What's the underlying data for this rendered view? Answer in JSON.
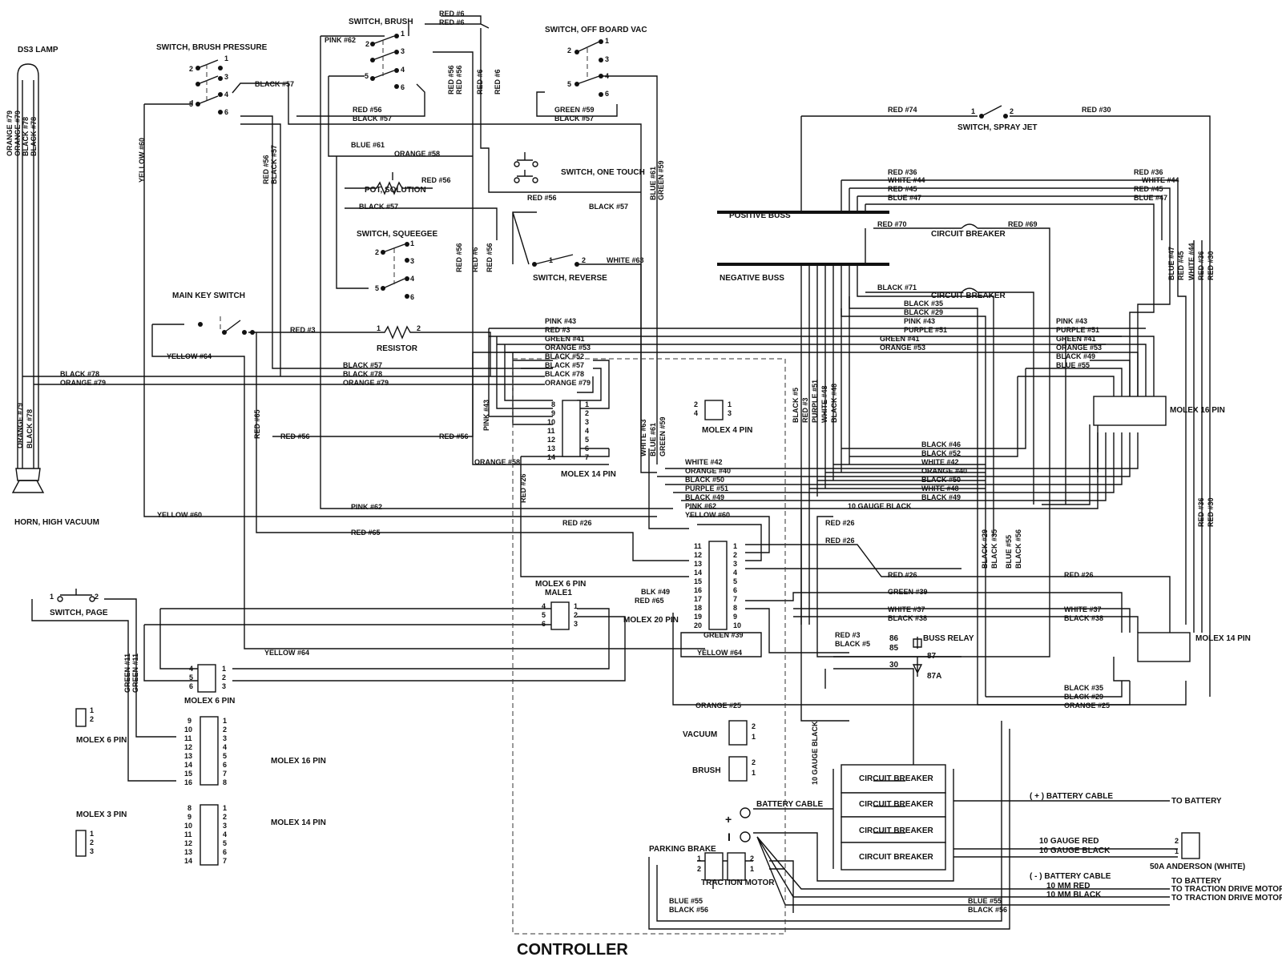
{
  "controller_label": "CONTROLLER",
  "components": {
    "ds3_lamp": "DS3 LAMP",
    "horn": "HORN, HIGH VACUUM",
    "brush_pressure": "SWITCH, BRUSH PRESSURE",
    "brush_switch": "SWITCH, BRUSH",
    "offboard_vac": "SWITCH, OFF BOARD VAC",
    "pot_solution": "POT, SOLUTION",
    "one_touch": "SWITCH, ONE TOUCH",
    "squeegee": "SWITCH, SQUEEGEE",
    "reverse": "SWITCH, REVERSE",
    "main_key": "MAIN KEY SWITCH",
    "resistor": "RESISTOR",
    "spray_jet": "SWITCH, SPRAY JET",
    "positive_buss": "POSITIVE BUSS",
    "negative_buss": "NEGATIVE BUSS",
    "circuit_breaker": "CIRCUIT BREAKER",
    "switch_page": "SWITCH, PAGE",
    "buss_relay": "BUSS RELAY",
    "vacuum": "VACUUM",
    "brush": "BRUSH",
    "battery_cable": "BATTERY CABLE",
    "parking_brake": "PARKING BRAKE",
    "traction_motor": "TRACTION MOTOR",
    "anderson": "50A ANDERSON (WHITE)",
    "molex_14": "MOLEX 14 PIN",
    "molex_16": "MOLEX 16 PIN",
    "molex_4": "MOLEX 4 PIN",
    "molex_6": "MOLEX 6 PIN",
    "molex_3": "MOLEX 3 PIN",
    "molex_20": "MOLEX 20 PIN",
    "molex_6_male": "MOLEX 6 PIN",
    "male1": "MALE1",
    "to_battery": "TO BATTERY",
    "to_traction": "TO TRACTION DRIVE MOTOR",
    "pos_batt_cable": "( + ) BATTERY CABLE",
    "neg_batt_cable": "( - ) BATTERY CABLE",
    "gauge_red": "10 GAUGE RED",
    "gauge_black": "10 GAUGE BLACK",
    "mm_red": "10 MM RED",
    "mm_black": "10 MM BLACK",
    "ten_gauge_black": "10 GAUGE BLACK",
    "plus": "+",
    "minus": "I",
    "relay_86": "86",
    "relay_85": "85",
    "relay_87": "87",
    "relay_30": "30",
    "relay_87a": "87A"
  },
  "wire_labels": [
    {
      "id": "w1",
      "text": "RED #6"
    },
    {
      "id": "w2",
      "text": "RED #6"
    },
    {
      "id": "w3",
      "text": "PINK #62"
    },
    {
      "id": "w4",
      "text": "BLACK #57"
    },
    {
      "id": "w5",
      "text": "RED #56"
    },
    {
      "id": "w6",
      "text": "BLACK #57"
    },
    {
      "id": "w7",
      "text": "GREEN #59"
    },
    {
      "id": "w8",
      "text": "BLACK #57"
    },
    {
      "id": "w9",
      "text": "BLUE #61"
    },
    {
      "id": "w10",
      "text": "ORANGE #58"
    },
    {
      "id": "w11",
      "text": "RED #56"
    },
    {
      "id": "w12",
      "text": "BLACK #57"
    },
    {
      "id": "w13",
      "text": "RED #56"
    },
    {
      "id": "w14",
      "text": "BLACK #57"
    },
    {
      "id": "w15",
      "text": "WHITE #63"
    },
    {
      "id": "w16",
      "text": "RED #74"
    },
    {
      "id": "w17",
      "text": "RED #30"
    },
    {
      "id": "w18",
      "text": "RED #36"
    },
    {
      "id": "w19",
      "text": "WHITE #44"
    },
    {
      "id": "w20",
      "text": "RED #45"
    },
    {
      "id": "w21",
      "text": "BLUE #47"
    },
    {
      "id": "w22",
      "text": "RED #36"
    },
    {
      "id": "w23",
      "text": "WHITE #44"
    },
    {
      "id": "w24",
      "text": "RED #45"
    },
    {
      "id": "w25",
      "text": "BLUE #47"
    },
    {
      "id": "w26",
      "text": "RED #70"
    },
    {
      "id": "w27",
      "text": "RED #69"
    },
    {
      "id": "w28",
      "text": "BLACK #71"
    },
    {
      "id": "w29",
      "text": "BLACK #35"
    },
    {
      "id": "w30",
      "text": "BLACK #29"
    },
    {
      "id": "w31",
      "text": "PINK #43"
    },
    {
      "id": "w32",
      "text": "PURPLE #51"
    },
    {
      "id": "w33",
      "text": "GREEN #41"
    },
    {
      "id": "w34",
      "text": "ORANGE #53"
    },
    {
      "id": "w35",
      "text": "PINK #43"
    },
    {
      "id": "w36",
      "text": "PURPLE #51"
    },
    {
      "id": "w37",
      "text": "GREEN #41"
    },
    {
      "id": "w38",
      "text": "ORANGE #53"
    },
    {
      "id": "w39",
      "text": "BLACK #49"
    },
    {
      "id": "w40",
      "text": "BLUE #55"
    },
    {
      "id": "w41",
      "text": "PINK #43"
    },
    {
      "id": "w42",
      "text": "RED #3"
    },
    {
      "id": "w43",
      "text": "GREEN #41"
    },
    {
      "id": "w44",
      "text": "ORANGE #53"
    },
    {
      "id": "w45",
      "text": "BLACK #52"
    },
    {
      "id": "w46",
      "text": "BLACK #57"
    },
    {
      "id": "w47",
      "text": "BLACK #78"
    },
    {
      "id": "w48",
      "text": "ORANGE #79"
    },
    {
      "id": "w49",
      "text": "RED #3"
    },
    {
      "id": "w50",
      "text": "YELLOW #64"
    },
    {
      "id": "w51",
      "text": "BLACK #57"
    },
    {
      "id": "w52",
      "text": "BLACK #78"
    },
    {
      "id": "w53",
      "text": "ORANGE #79"
    },
    {
      "id": "w54",
      "text": "BLACK #78"
    },
    {
      "id": "w55",
      "text": "ORANGE #79"
    },
    {
      "id": "w56",
      "text": "RED #56"
    },
    {
      "id": "w57",
      "text": "RED #56"
    },
    {
      "id": "w58",
      "text": "ORANGE #58"
    },
    {
      "id": "w59",
      "text": "PINK #62"
    },
    {
      "id": "w60",
      "text": "YELLOW #60"
    },
    {
      "id": "w61",
      "text": "RED #65"
    },
    {
      "id": "w62",
      "text": "WHITE #42"
    },
    {
      "id": "w63",
      "text": "ORANGE #40"
    },
    {
      "id": "w64",
      "text": "BLACK #50"
    },
    {
      "id": "w65",
      "text": "PURPLE #51"
    },
    {
      "id": "w66",
      "text": "BLACK #49"
    },
    {
      "id": "w67",
      "text": "PINK #62"
    },
    {
      "id": "w68",
      "text": "YELLOW #60"
    },
    {
      "id": "w69",
      "text": "RED #26"
    },
    {
      "id": "w70",
      "text": "BLACK #46"
    },
    {
      "id": "w71",
      "text": "BLACK #52"
    },
    {
      "id": "w72",
      "text": "WHITE #42"
    },
    {
      "id": "w73",
      "text": "ORANGE #40"
    },
    {
      "id": "w74",
      "text": "BLACK #50"
    },
    {
      "id": "w75",
      "text": "WHITE #48"
    },
    {
      "id": "w76",
      "text": "BLACK #49"
    },
    {
      "id": "w77",
      "text": "10 GAUGE BLACK"
    },
    {
      "id": "w78",
      "text": "RED #26"
    },
    {
      "id": "w79",
      "text": "RED #26"
    },
    {
      "id": "w80",
      "text": "RED #26"
    },
    {
      "id": "w81",
      "text": "RED #26"
    },
    {
      "id": "w82",
      "text": "GREEN #39"
    },
    {
      "id": "w83",
      "text": "WHITE #37"
    },
    {
      "id": "w84",
      "text": "BLACK #38"
    },
    {
      "id": "w85",
      "text": "WHITE #37"
    },
    {
      "id": "w86",
      "text": "BLACK #38"
    },
    {
      "id": "w87",
      "text": "BLK #49"
    },
    {
      "id": "w88",
      "text": "RED #65"
    },
    {
      "id": "w89",
      "text": "RED #3"
    },
    {
      "id": "w90",
      "text": "BLACK #5"
    },
    {
      "id": "w91",
      "text": "GREEN #39"
    },
    {
      "id": "w92",
      "text": "YELLOW #64"
    },
    {
      "id": "w93",
      "text": "YELLOW #64"
    },
    {
      "id": "w94",
      "text": "BLACK #35"
    },
    {
      "id": "w95",
      "text": "BLACK #29"
    },
    {
      "id": "w96",
      "text": "ORANGE #25"
    },
    {
      "id": "w97",
      "text": "ORANGE #25"
    },
    {
      "id": "w98",
      "text": "BLUE #55"
    },
    {
      "id": "w99",
      "text": "BLACK #56"
    },
    {
      "id": "w100",
      "text": "BLUE #55"
    },
    {
      "id": "w101",
      "text": "BLACK #56"
    }
  ],
  "vertical_labels": [
    {
      "id": "v1",
      "text": "ORANGE #79"
    },
    {
      "id": "v2",
      "text": "ORANGE #79"
    },
    {
      "id": "v3",
      "text": "BLACK #78"
    },
    {
      "id": "v4",
      "text": "BLACK #78"
    },
    {
      "id": "v5",
      "text": "YELLOW #60"
    },
    {
      "id": "v6",
      "text": "RED #56"
    },
    {
      "id": "v7",
      "text": "BLACK #57"
    },
    {
      "id": "v8",
      "text": "RED #56"
    },
    {
      "id": "v9",
      "text": "RED #56"
    },
    {
      "id": "v10",
      "text": "RED #6"
    },
    {
      "id": "v11",
      "text": "RED #6"
    },
    {
      "id": "v12",
      "text": "BLUE #61"
    },
    {
      "id": "v13",
      "text": "GREEN #59"
    },
    {
      "id": "v14",
      "text": "RED #56"
    },
    {
      "id": "v15",
      "text": "RED #56"
    },
    {
      "id": "v16",
      "text": "RED #6"
    },
    {
      "id": "v17",
      "text": "ORANGE #79"
    },
    {
      "id": "v18",
      "text": "BLACK #78"
    },
    {
      "id": "v19",
      "text": "RED #65"
    },
    {
      "id": "v20",
      "text": "PINK #43"
    },
    {
      "id": "v21",
      "text": "RED #26"
    },
    {
      "id": "v22",
      "text": "WHITE #63"
    },
    {
      "id": "v23",
      "text": "BLUE #61"
    },
    {
      "id": "v24",
      "text": "GREEN #59"
    },
    {
      "id": "v25",
      "text": "BLACK #5"
    },
    {
      "id": "v26",
      "text": "RED #3"
    },
    {
      "id": "v27",
      "text": "PURPLE #51"
    },
    {
      "id": "v28",
      "text": "WHITE #48"
    },
    {
      "id": "v29",
      "text": "BLACK #48"
    },
    {
      "id": "v30",
      "text": "BLUE #47"
    },
    {
      "id": "v31",
      "text": "RED #45"
    },
    {
      "id": "v32",
      "text": "WHITE #44"
    },
    {
      "id": "v33",
      "text": "RED #36"
    },
    {
      "id": "v34",
      "text": "RED #30"
    },
    {
      "id": "v35",
      "text": "RED #36"
    },
    {
      "id": "v36",
      "text": "RED #30"
    },
    {
      "id": "v37",
      "text": "BLACK #29"
    },
    {
      "id": "v38",
      "text": "BLACK #35"
    },
    {
      "id": "v39",
      "text": "BLUE #55"
    },
    {
      "id": "v40",
      "text": "BLACK #56"
    },
    {
      "id": "v41",
      "text": "GREEN #11"
    },
    {
      "id": "v42",
      "text": "GREEN #11"
    },
    {
      "id": "v43",
      "text": "10 GAUGE BLACK"
    }
  ],
  "pin_numbers": [
    "1",
    "2",
    "3",
    "4",
    "5",
    "6",
    "7",
    "8",
    "9",
    "10",
    "11",
    "12",
    "13",
    "14",
    "15",
    "16",
    "17",
    "18",
    "19",
    "20"
  ]
}
